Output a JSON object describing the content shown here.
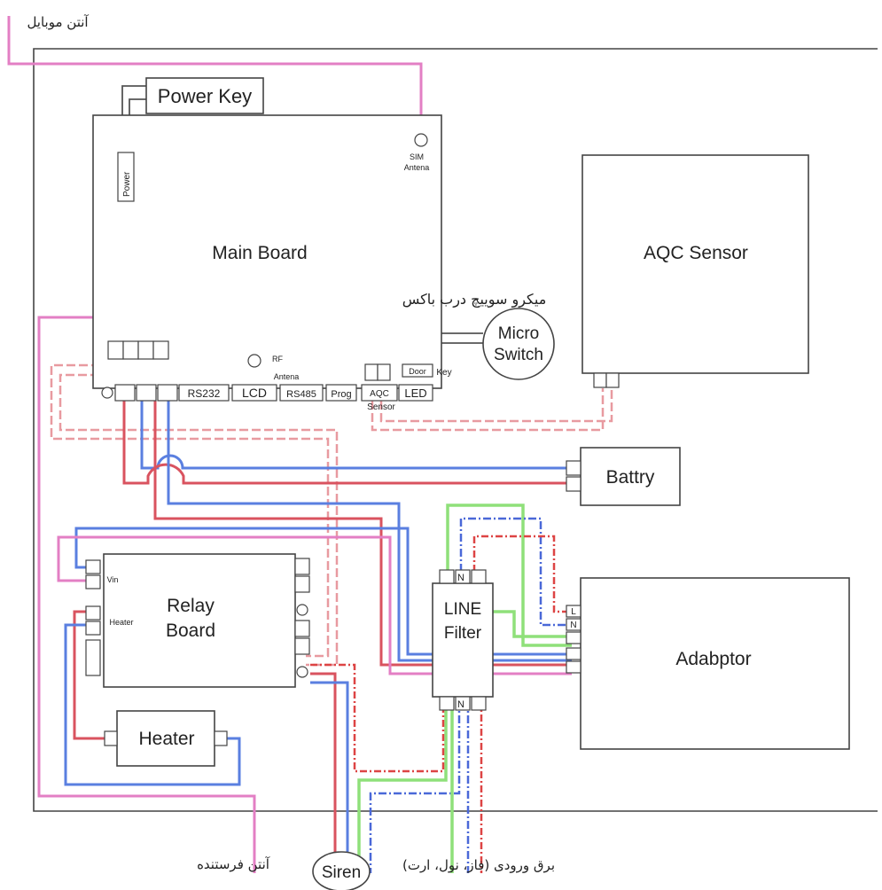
{
  "labels": {
    "mobile_antenna": "آنتن موبایل",
    "power_key": "Power Key",
    "power": "Power",
    "sim": "SIM",
    "antena": "Antena",
    "main_board": "Main Board",
    "aqc_sensor": "AQC Sensor",
    "door_switch_fa": "میکرو سوییچ درب باکس",
    "micro": "Micro",
    "switch": "Switch",
    "door": "Door",
    "key": "Key",
    "rf": "RF",
    "rf_antenna": "Antena",
    "rs232": "RS232",
    "lcd": "LCD",
    "rs485": "RS485",
    "prog": "Prog",
    "aqc": "AQC",
    "sensor": "Sensor",
    "led": "LED",
    "battery": "Battry",
    "line": "LINE",
    "filter": "Filter",
    "relay": "Relay",
    "board": "Board",
    "vin": "Vin",
    "heater_port": "Heater",
    "heater": "Heater",
    "adaptor": "Adabptor",
    "siren": "Siren",
    "transmitter_antenna": "آنتن فرستنده",
    "power_input": "برق ورودی (فاز، نول، ارت)",
    "n": "N",
    "l": "L"
  },
  "colors": {
    "pink": "#e37fc4",
    "red": "#d9535f",
    "blue": "#5a7fe0",
    "green": "#8fe07a",
    "gray": "#555555"
  }
}
